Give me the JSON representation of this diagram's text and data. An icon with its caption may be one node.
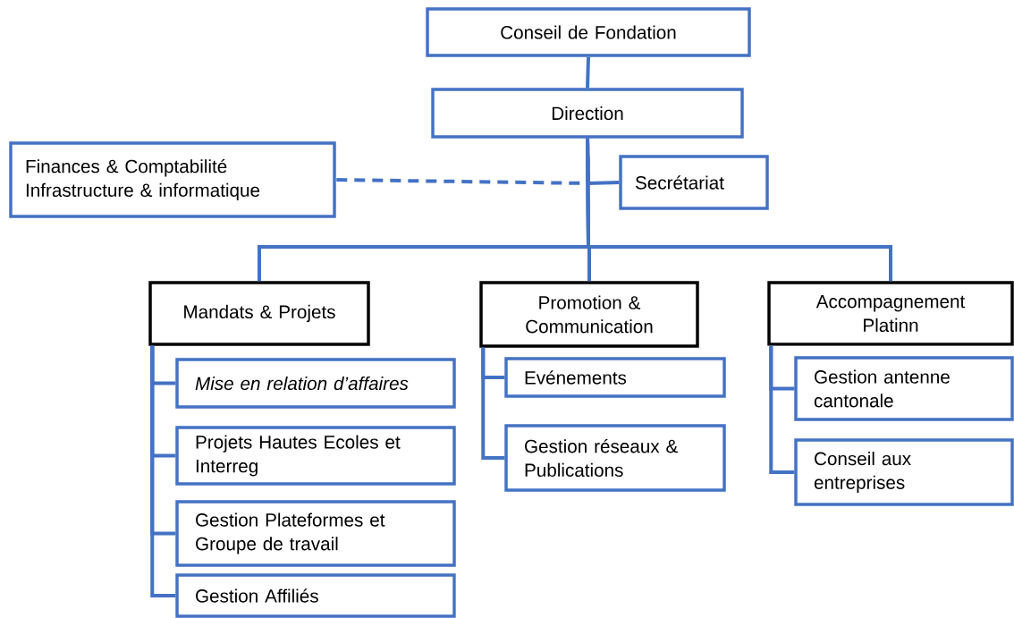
{
  "diagram": {
    "nodes": [
      {
        "text": [
          "Conseil de Fondation"
        ]
      },
      {
        "text": [
          "Direction"
        ]
      },
      {
        "text": [
          "Finances & Comptabilité",
          "Infrastructure & informatique"
        ]
      },
      {
        "text": [
          "Secrétariat"
        ]
      },
      {
        "text": [
          "Mandats & Projets"
        ]
      },
      {
        "text": [
          "Promotion & Communication"
        ]
      },
      {
        "text": [
          "Accompagnement Platinn"
        ]
      },
      {
        "text": [
          "Mise en relation d’affaires"
        ]
      },
      {
        "text": [
          "Projets Hautes Ecoles et Interreg"
        ]
      },
      {
        "text": [
          "Gestion Plateformes et Groupe de travail"
        ]
      },
      {
        "text": [
          "Gestion Affiliés"
        ]
      },
      {
        "text": [
          "Evénements"
        ]
      },
      {
        "text": [
          "Gestion réseaux & Publications"
        ]
      },
      {
        "text": [
          "Gestion antenne cantonale"
        ]
      },
      {
        "text": [
          "Conseil aux entreprises"
        ]
      }
    ],
    "edges": [
      {
        "from": 0,
        "to": 1,
        "arrow": "none"
      },
      {
        "from": 1,
        "to": 2,
        "arrow": "none",
        "style": "dashed"
      },
      {
        "from": 1,
        "to": 3,
        "arrow": "none"
      },
      {
        "from": 1,
        "to": 4,
        "arrow": "none"
      },
      {
        "from": 1,
        "to": 5,
        "arrow": "none"
      },
      {
        "from": 1,
        "to": 6,
        "arrow": "none"
      },
      {
        "from": 4,
        "to": 7,
        "arrow": "none"
      },
      {
        "from": 4,
        "to": 8,
        "arrow": "none"
      },
      {
        "from": 4,
        "to": 9,
        "arrow": "none"
      },
      {
        "from": 4,
        "to": 10,
        "arrow": "none"
      },
      {
        "from": 5,
        "to": 11,
        "arrow": "none"
      },
      {
        "from": 5,
        "to": 12,
        "arrow": "none"
      },
      {
        "from": 6,
        "to": 13,
        "arrow": "none"
      },
      {
        "from": 6,
        "to": 14,
        "arrow": "none"
      }
    ]
  }
}
